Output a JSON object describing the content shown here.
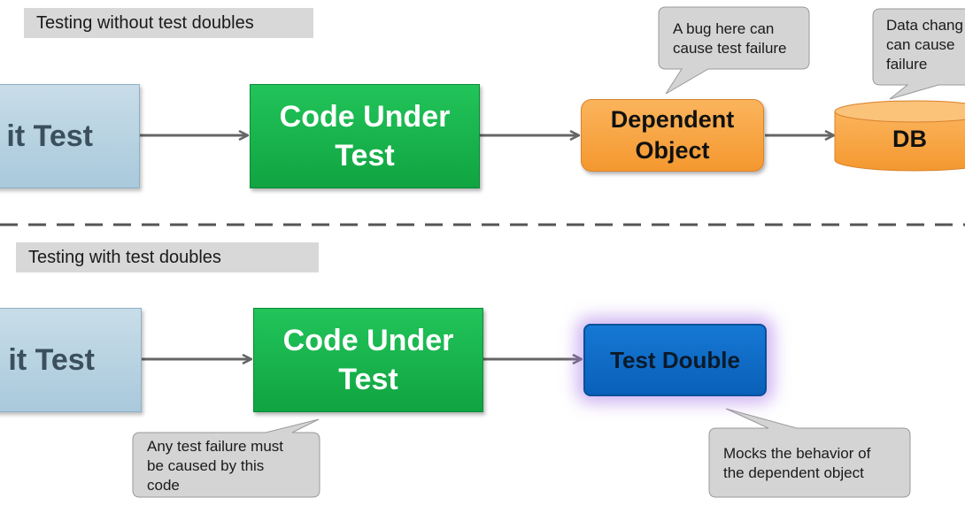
{
  "top": {
    "section_label": "Testing without test doubles",
    "unit_test_label": "it Test",
    "code_under_test": [
      "Code Under",
      "Test"
    ],
    "dependent_object": [
      "Dependent",
      "Object"
    ],
    "db_label": "DB",
    "bug_callout": [
      "A bug here can",
      "cause test failure"
    ],
    "data_callout": [
      "Data chang",
      "can cause",
      "failure"
    ]
  },
  "bottom": {
    "section_label": "Testing with test doubles",
    "unit_test_label": "it Test",
    "code_under_test": [
      "Code Under",
      "Test"
    ],
    "test_double": "Test Double",
    "failure_callout": [
      "Any test failure must",
      "be caused by this",
      "code"
    ],
    "mock_callout": [
      "Mocks the behavior of",
      "the dependent object"
    ]
  },
  "colors": {
    "unit_test": "#b3d1e2",
    "code_under_test": "#19b24c",
    "dependent_object": "#f9a646",
    "test_double": "#0d6cc6",
    "callout": "#d4d4d4",
    "arrow": "#666666"
  }
}
